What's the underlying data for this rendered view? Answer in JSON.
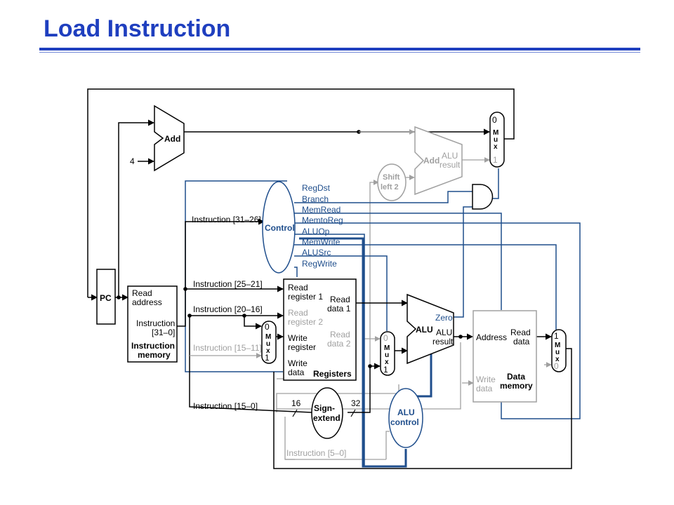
{
  "title": "Load Instruction",
  "colors": {
    "title": "#1f3fbf",
    "active": "#000000",
    "inactive": "#a0a0a0",
    "control": "#1f4e8c"
  },
  "labels": {
    "add_top": "Add",
    "four": "4",
    "pc": "PC",
    "im_read": "Read",
    "im_address": "address",
    "im_instr": "Instruction",
    "im_bits": "[31–0]",
    "im_title1": "Instruction",
    "im_title2": "memory",
    "instr_31_26": "Instruction [31–26]",
    "instr_25_21": "Instruction [25–21]",
    "instr_20_16": "Instruction [20–16]",
    "instr_15_11": "Instruction [15–11]",
    "instr_15_0": "Instruction [15–0]",
    "instr_5_0": "Instruction [5–0]",
    "control": "Control",
    "sig_regdst": "RegDst",
    "sig_branch": "Branch",
    "sig_memread": "MemRead",
    "sig_memtoreg": "MemtoReg",
    "sig_aluop": "ALUOp",
    "sig_memwrite": "MemWrite",
    "sig_alusrc": "ALUSrc",
    "sig_regwrite": "RegWrite",
    "rf_read_reg1_a": "Read",
    "rf_read_reg1_b": "register 1",
    "rf_read_reg2_a": "Read",
    "rf_read_reg2_b": "register 2",
    "rf_write_reg_a": "Write",
    "rf_write_reg_b": "register",
    "rf_write_data_a": "Write",
    "rf_write_data_b": "data",
    "rf_read_data1_a": "Read",
    "rf_read_data1_b": "data 1",
    "rf_read_data2_a": "Read",
    "rf_read_data2_b": "data 2",
    "rf_title": "Registers",
    "mux_m": "M",
    "mux_u": "u",
    "mux_x": "x",
    "zero_digit": "0",
    "one_digit": "1",
    "shift_a": "Shift",
    "shift_b": "left 2",
    "add2": "Add",
    "alu_result_a": "ALU",
    "alu_result_b": "result",
    "alu": "ALU",
    "zero": "Zero",
    "dm_address": "Address",
    "dm_read_a": "Read",
    "dm_read_b": "data",
    "dm_write_a": "Write",
    "dm_write_b": "data",
    "dm_title1": "Data",
    "dm_title2": "memory",
    "sign_a": "Sign-",
    "sign_b": "extend",
    "bits16": "16",
    "bits32": "32",
    "aluctl_a": "ALU",
    "aluctl_b": "control"
  }
}
